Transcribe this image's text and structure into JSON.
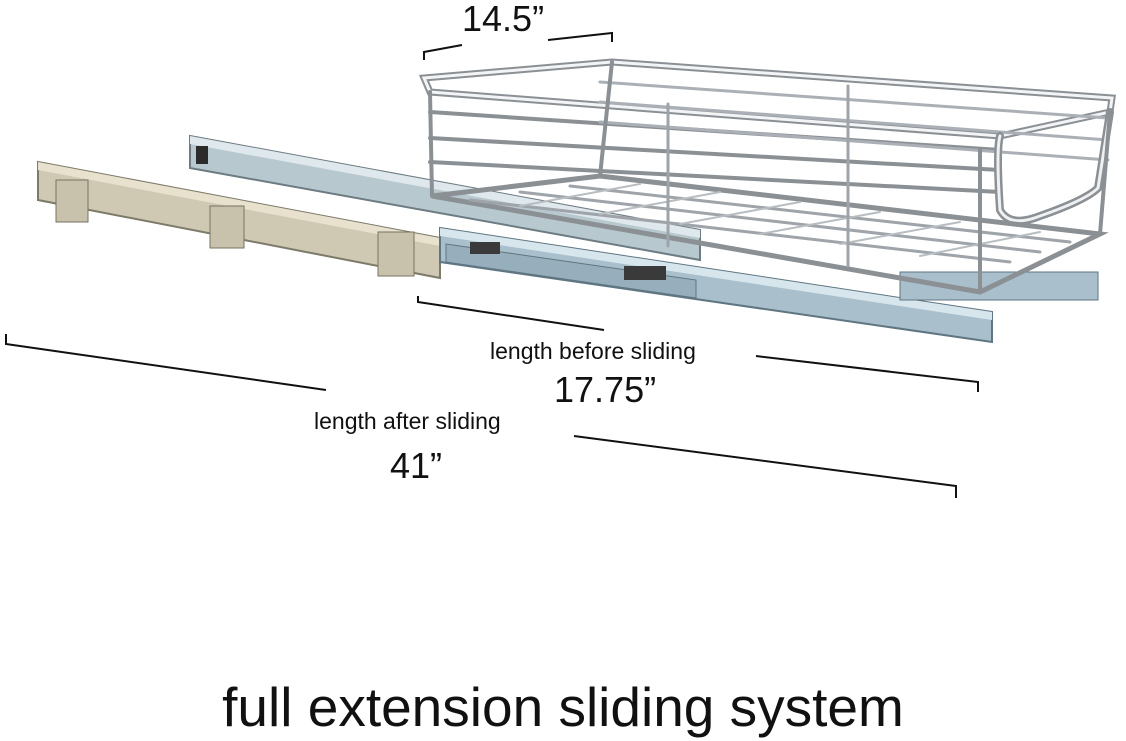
{
  "dimensions": {
    "width_value": "14.5”",
    "before_label": "length before sliding",
    "before_value": "17.75”",
    "after_label": "length after sliding",
    "after_value": "41”"
  },
  "caption": "full extension sliding system",
  "colors": {
    "chrome_light": "#eef0f2",
    "chrome_dark": "#6d7378",
    "rail_blue": "#a9c0cc",
    "rail_tan": "#cfc9b4",
    "line": "#111111"
  }
}
